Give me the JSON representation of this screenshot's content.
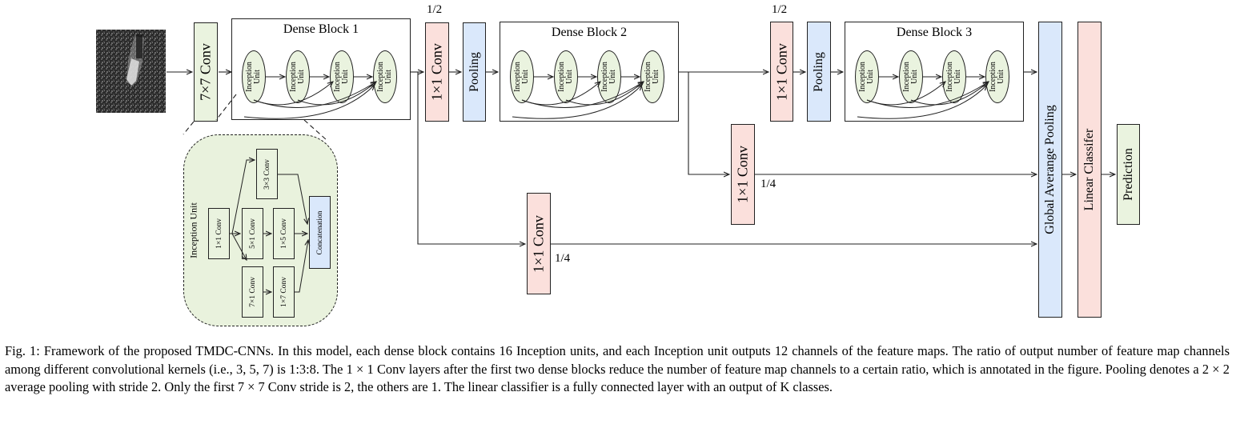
{
  "figure": {
    "conv7": "7×7 Conv",
    "dense_blocks": [
      "Dense Block 1",
      "Dense Block 2",
      "Dense Block 3"
    ],
    "inception_unit_line1": "Inception",
    "inception_unit_line2": "Unit",
    "conv1": "1×1 Conv",
    "pooling": "Pooling",
    "gap": "Global Averange Pooling",
    "linear": "Linear Classifer",
    "prediction": "Prediction",
    "ratio_half": "1/2",
    "ratio_quarter": "1/4",
    "inception_detail": {
      "title": "Inception Unit",
      "conv1x1": "1×1 Conv",
      "conv3x3": "3×3 Conv",
      "conv5x1": "5×1 Conv",
      "conv1x5": "1×5 Conv",
      "conv7x1": "7×1 Conv",
      "conv1x7": "1×7 Conv",
      "concat": "Concatenation"
    },
    "colors": {
      "conv_green": "#eaf3df",
      "conv_pink": "#fbe0dc",
      "pool_blue": "#dae8fb"
    }
  },
  "caption": {
    "text": "Fig. 1: Framework of the proposed TMDC-CNNs. In this model, each dense block contains 16 Inception units, and each Inception unit outputs 12 channels of the feature maps. The ratio of output number of feature map channels among different convolutional kernels (i.e., 3, 5, 7) is 1:3:8. The 1 × 1 Conv layers after the first two dense blocks reduce the number of feature map channels to a certain ratio, which is annotated in the figure. Pooling denotes a 2 × 2 average pooling with stride 2. Only the first 7 × 7 Conv stride is 2, the others are 1. The linear classifier is a fully connected layer with an output of K classes."
  }
}
